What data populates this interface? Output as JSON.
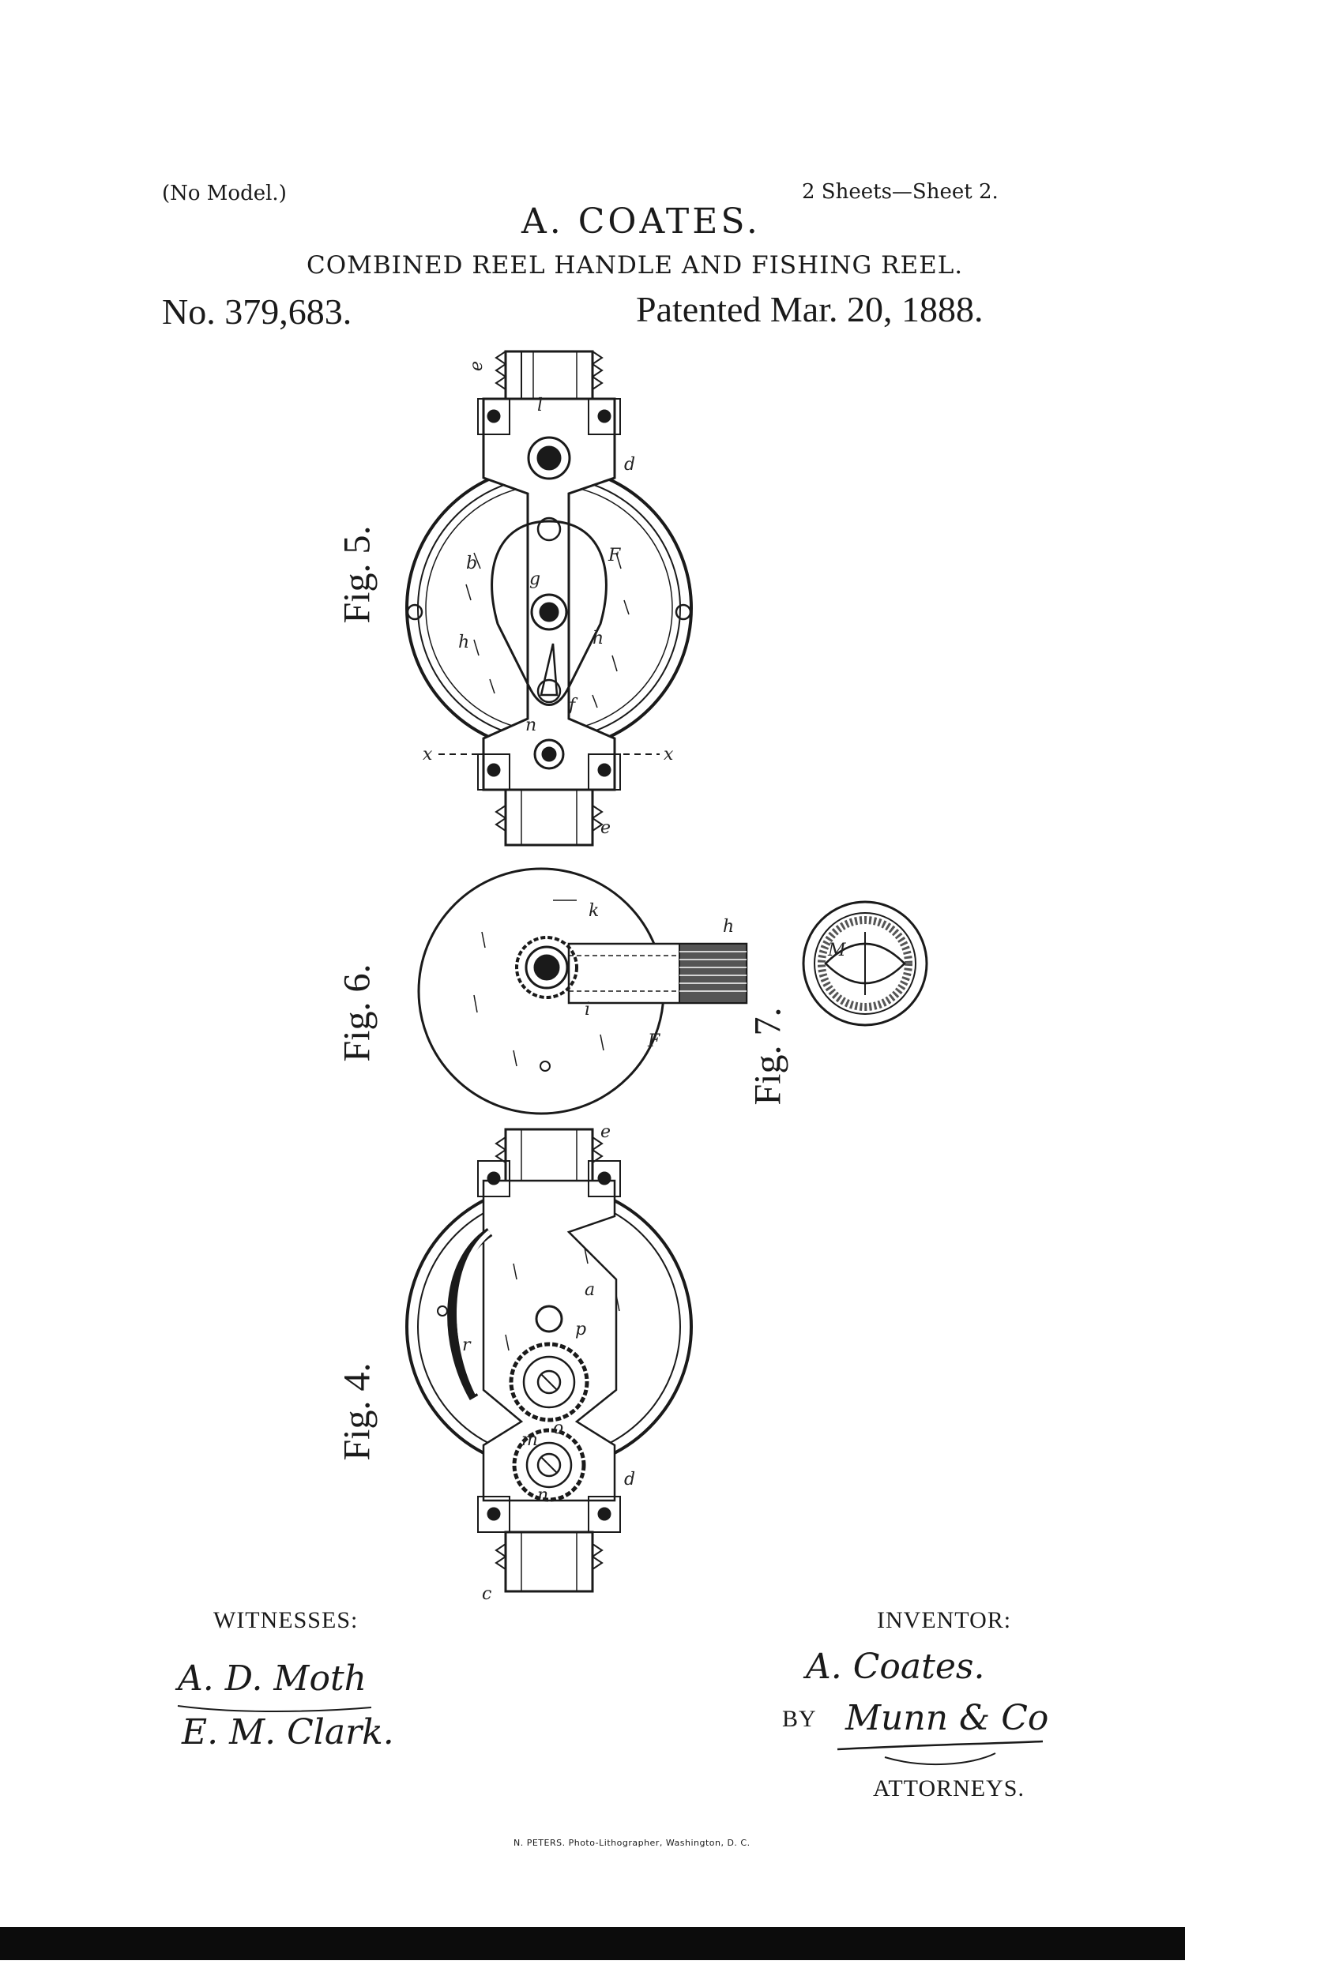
{
  "header": {
    "model_note": "(No Model.)",
    "sheets": "2 Sheets—Sheet 2.",
    "inventor_name": "A. COATES.",
    "title": "COMBINED REEL HANDLE AND FISHING REEL.",
    "patent_number": "No. 379,683.",
    "patent_date": "Patented Mar. 20, 1888."
  },
  "figures": {
    "fig5": {
      "label": "Fig. 5.",
      "refs": [
        "e",
        "l",
        "d",
        "b",
        "g",
        "F",
        "h",
        "h",
        "f",
        "n",
        "x",
        "x",
        "e"
      ]
    },
    "fig6": {
      "label": "Fig. 6.",
      "refs": [
        "k",
        "h",
        "i",
        "F"
      ]
    },
    "fig7": {
      "label": "Fig. 7.",
      "refs": [
        "M"
      ]
    },
    "fig4": {
      "label": "Fig. 4.",
      "refs": [
        "e",
        "a",
        "p",
        "r",
        "o",
        "m",
        "n",
        "d",
        "c"
      ]
    }
  },
  "footer_section": {
    "witnesses_label": "WITNESSES:",
    "witness_1": "A. D. Moth",
    "witness_2": "E. M. Clark.",
    "inventor_label": "INVENTOR:",
    "inventor_signature": "A. Coates.",
    "by_label": "BY",
    "attorney_signature": "Munn & Co",
    "attorneys_label": "ATTORNEYS."
  },
  "imprint": "N. PETERS. Photo-Lithographer, Washington, D. C."
}
